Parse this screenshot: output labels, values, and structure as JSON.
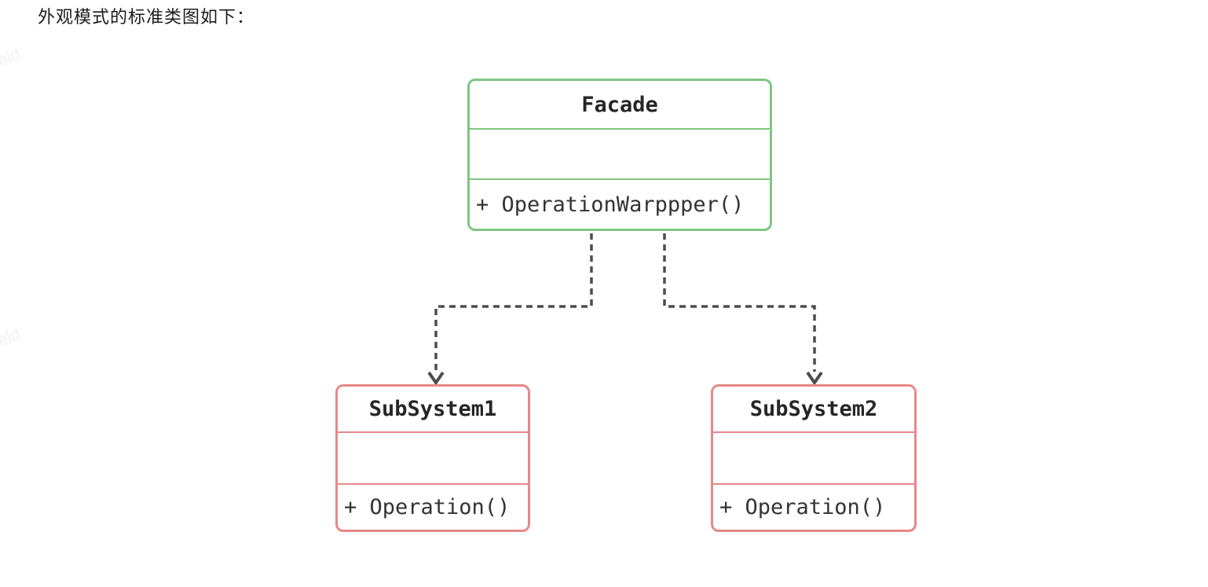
{
  "page": {
    "title": "外观模式的标准类图如下："
  },
  "watermark": {
    "text": "celd",
    "fragment": "··"
  },
  "colors": {
    "facade_border": "#7ec681",
    "subsystem_border": "#e88888",
    "connector": "#4d4d4d",
    "title_text": "#262626",
    "method_text": "#333333",
    "page_text": "#1c1c1c",
    "background": "#ffffff"
  },
  "diagram": {
    "type": "uml-class-diagram",
    "classes": [
      {
        "name": "Facade",
        "attributes": "",
        "methods": [
          "+ OperationWarppper()"
        ],
        "accent": "green"
      },
      {
        "name": "SubSystem1",
        "attributes": "",
        "methods": [
          "+ Operation()"
        ],
        "accent": "red"
      },
      {
        "name": "SubSystem2",
        "attributes": "",
        "methods": [
          "+ Operation()"
        ],
        "accent": "red"
      }
    ],
    "relations": [
      {
        "from": "Facade",
        "to": "SubSystem1",
        "style": "dashed-arrow"
      },
      {
        "from": "Facade",
        "to": "SubSystem2",
        "style": "dashed-arrow"
      }
    ]
  }
}
